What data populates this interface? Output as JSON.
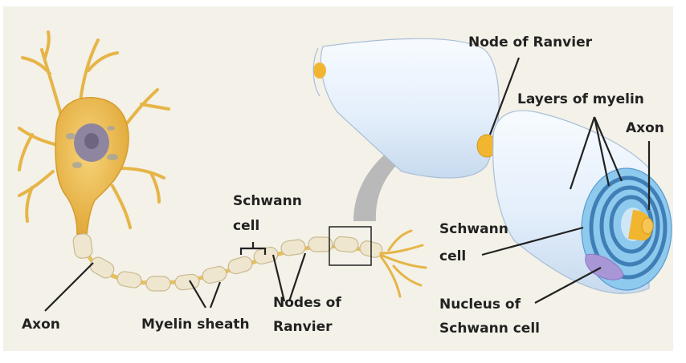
{
  "labels": {
    "axon_left": "Axon",
    "myelin_sheath": "Myelin sheath",
    "schwann_cell_top_line1": "Schwann",
    "schwann_cell_top_line2": "cell",
    "nodes_of_ranvier_line1": "Nodes of",
    "nodes_of_ranvier_line2": "Ranvier",
    "node_of_ranvier": "Node of Ranvier",
    "layers_of_myelin": "Layers of myelin",
    "axon_right": "Axon",
    "schwann_cell_right_line1": "Schwann",
    "schwann_cell_right_line2": "cell",
    "nucleus_line1": "Nucleus of",
    "nucleus_line2": "Schwann cell"
  },
  "colors": {
    "background": "#f3f1e8",
    "neuron": "#e9b94a",
    "nucleus": "#8e86a0",
    "myelin_segment": "#efe6cf",
    "sheath_body": "#e4effb",
    "sheath_end": "#8ec9ee",
    "myelin_rings": "#3f7fb6",
    "axon_core": "#f2b530",
    "schwann_nucleus": "#a896d6",
    "arrow": "#b9b9b9"
  }
}
